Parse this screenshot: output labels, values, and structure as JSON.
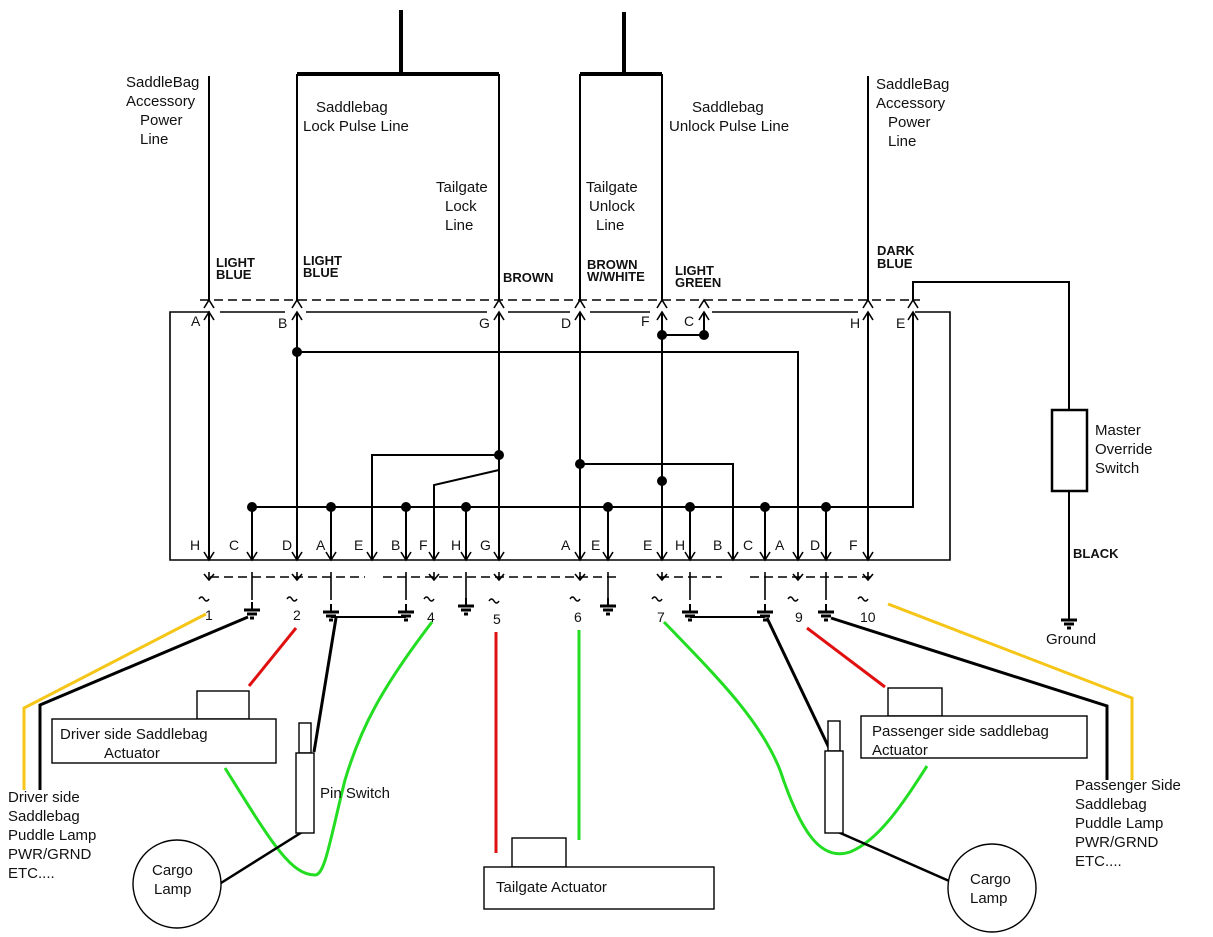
{
  "line_labels": {
    "sb_power_left": [
      "SaddleBag",
      "Accessory",
      "Power",
      "Line"
    ],
    "sb_lock": [
      "Saddlebag",
      "Lock Pulse Line"
    ],
    "tg_lock": [
      "Tailgate",
      "Lock",
      "Line"
    ],
    "tg_unlock": [
      "Tailgate",
      "Unlock",
      "Line"
    ],
    "sb_unlock": [
      "Saddlebag",
      "Unlock Pulse Line"
    ],
    "sb_power_right": [
      "SaddleBag",
      "Accessory",
      "Power",
      "Line"
    ]
  },
  "wire_colors": {
    "light_blue_a": [
      "LIGHT",
      "BLUE"
    ],
    "light_blue_b": [
      "LIGHT",
      "BLUE"
    ],
    "brown": [
      "BROWN"
    ],
    "brown_white": [
      "BROWN",
      "W/WHITE"
    ],
    "light_green": [
      "LIGHT",
      "GREEN"
    ],
    "dark_blue": [
      "DARK",
      "BLUE"
    ],
    "black": [
      "BLACK"
    ]
  },
  "top_pins": [
    "A",
    "B",
    "G",
    "D",
    "F",
    "C",
    "H",
    "E"
  ],
  "bottom_pins": [
    "H",
    "C",
    "D",
    "A",
    "E",
    "B",
    "F",
    "H",
    "G",
    "A",
    "E",
    "E",
    "H",
    "B",
    "C",
    "A",
    "D",
    "F"
  ],
  "connector_numbers": [
    "1",
    "2",
    "4",
    "5",
    "6",
    "7",
    "9",
    "10"
  ],
  "components": {
    "master_override": [
      "Master",
      "Override",
      "Switch"
    ],
    "ground": "Ground",
    "driver_actuator": [
      "Driver side Saddlebag",
      "Actuator"
    ],
    "passenger_actuator": [
      "Passenger side saddlebag",
      "Actuator"
    ],
    "tailgate_actuator": "Tailgate Actuator",
    "pin_switch": "Pin Switch",
    "cargo_lamp_left": [
      "Cargo",
      "Lamp"
    ],
    "cargo_lamp_right": [
      "Cargo",
      "Lamp"
    ],
    "driver_puddle": [
      "Driver side",
      "Saddlebag",
      "Puddle Lamp",
      "PWR/GRND",
      "ETC...."
    ],
    "passenger_puddle": [
      "Passenger Side",
      "Saddlebag",
      "Puddle Lamp",
      "PWR/GRND",
      "ETC...."
    ]
  },
  "colors": {
    "wire": "#000000",
    "yellow": "#f5c518",
    "red": "#e01010",
    "green": "#22dd22"
  }
}
